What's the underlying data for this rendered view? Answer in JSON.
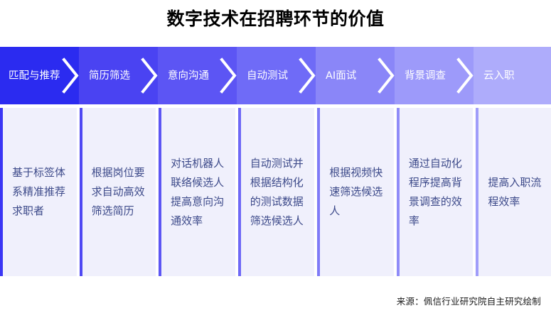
{
  "header": {
    "title": "数字技术在招聘环节的价值"
  },
  "process": {
    "stages": [
      {
        "label": "匹配与推荐",
        "description": "基于标签体系精准推荐求职者",
        "banner_color": "#2b2bf0",
        "border_color": "#3b36f5",
        "width": 111
      },
      {
        "label": "简历筛选",
        "description": "根据岗位要求自动高效筛选简历",
        "banner_color": "#4a43f2",
        "border_color": "#4f48f3",
        "width": 111
      },
      {
        "label": "意向沟通",
        "description": "对话机器人联络候选人提高意向沟通效率",
        "banner_color": "#5c55f4",
        "border_color": "#5d56f4",
        "width": 111
      },
      {
        "label": "自动测试",
        "description": "自动测试并根据结构化的测试数据筛选候选人",
        "banner_color": "#6f6bf7",
        "border_color": "#6e68f6",
        "width": 111
      },
      {
        "label": "AI面试",
        "description": "根据视频快速筛选候选人",
        "banner_color": "#8a86f8",
        "border_color": "#7f7af7",
        "width": 111
      },
      {
        "label": "背景调查",
        "description": "通过自动化程序提高背景调查的效率",
        "banner_color": "#9d9afa",
        "border_color": "#8f8bf8",
        "width": 111
      },
      {
        "label": "云入职",
        "description": "提高入职流程效率",
        "banner_color": "#aeacfb",
        "border_color": "#a09dfa",
        "width": 109
      }
    ]
  },
  "footer": {
    "source": "来源：佩信行业研究院自主研究绘制"
  },
  "theme": {
    "panel_background": "#f0f0fc",
    "panel_text_color": "#3d4a8a",
    "title_color": "#000000",
    "banner_label_color": "#ffffff",
    "page_background": "#ffffff"
  }
}
